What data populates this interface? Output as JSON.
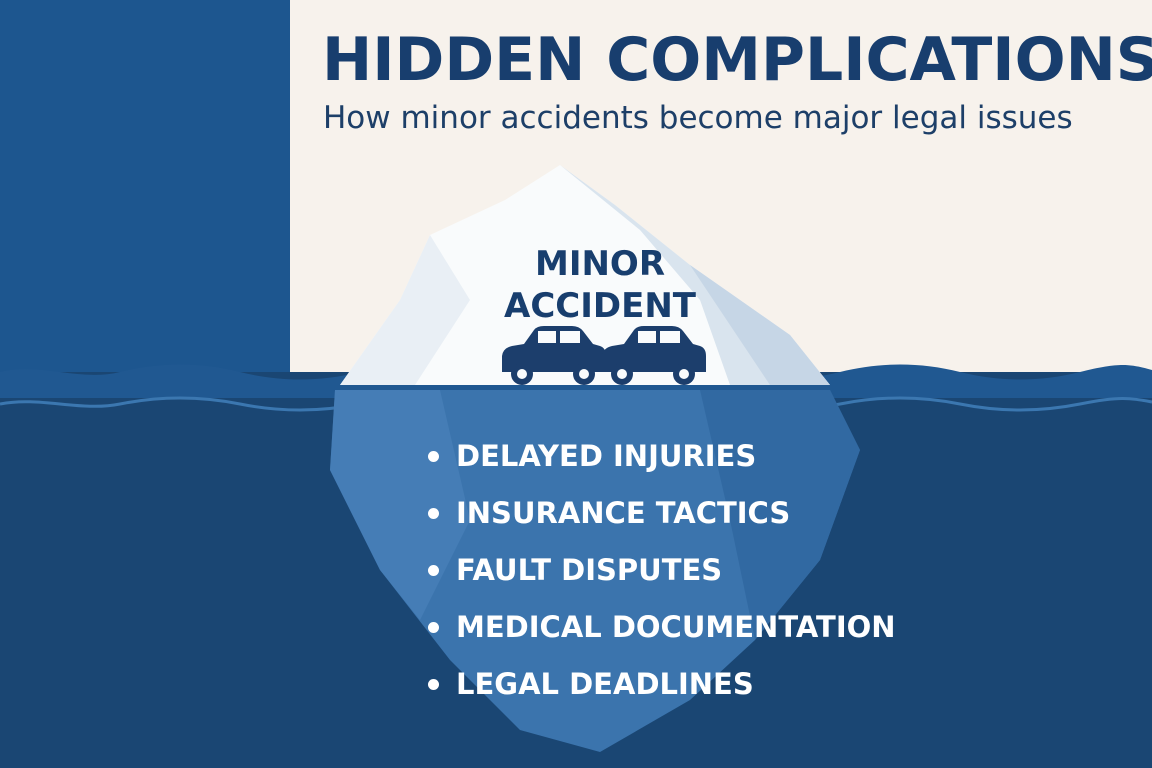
{
  "header": {
    "title": "HIDDEN COMPLICATIONS",
    "subtitle": "How minor accidents become major legal issues"
  },
  "iceberg": {
    "tip_label_line1": "MINOR",
    "tip_label_line2": "ACCIDENT",
    "tip_icon": "two-cars-icon",
    "hidden_items": [
      "DELAYED INJURIES",
      "INSURANCE TACTICS",
      "FAULT DISPUTES",
      "MEDICAL DOCUMENTATION",
      "LEGAL DEADLINES"
    ]
  },
  "colors": {
    "sky": "#f7f2ec",
    "left_panel": "#1d568f",
    "deep_water": "#1a4673",
    "iceberg_top": "#f9fbfc",
    "iceberg_submerged": "#3b74ad",
    "title_text": "#183e6e",
    "car": "#1c3e6c"
  }
}
